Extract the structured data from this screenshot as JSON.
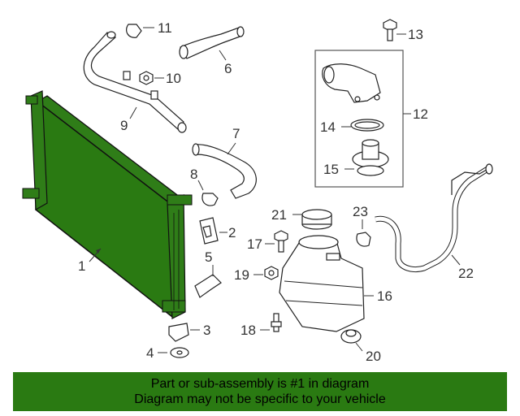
{
  "callouts": {
    "c1": "1",
    "c2": "2",
    "c3": "3",
    "c4": "4",
    "c5": "5",
    "c6": "6",
    "c7": "7",
    "c8": "8",
    "c9": "9",
    "c10": "10",
    "c11": "11",
    "c12": "12",
    "c13": "13",
    "c14": "14",
    "c15": "15",
    "c16": "16",
    "c17": "17",
    "c18": "18",
    "c19": "19",
    "c20": "20",
    "c21": "21",
    "c22": "22",
    "c23": "23"
  },
  "banner": {
    "line1": "Part or sub-assembly is #1 in diagram",
    "line2": "Diagram may not be specific to your vehicle"
  },
  "colors": {
    "highlight": "#2a7a12",
    "banner_bg": "#2a7a12",
    "line": "#333333"
  }
}
